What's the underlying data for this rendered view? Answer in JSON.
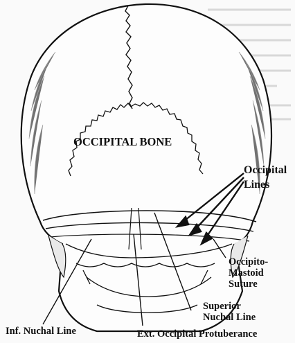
{
  "figure": {
    "labels": {
      "bone": "OCCIPITAL BONE",
      "occipital_lines_1": "Occipital",
      "occipital_lines_2": "Lines",
      "occipito_mastoid_1": "Occipito-",
      "occipito_mastoid_2": "Mastoid",
      "occipito_mastoid_3": "Suture",
      "superior_nuchal_1": "Superior",
      "superior_nuchal_2": "Nuchal Line",
      "inf_nuchal": "Inf. Nuchal Line",
      "ext_occipital": "Ext. Occipital Protuberance"
    },
    "colors": {
      "ink": "#111111",
      "paper": "#fafafa",
      "bg_text": "#cfcfcf"
    }
  }
}
